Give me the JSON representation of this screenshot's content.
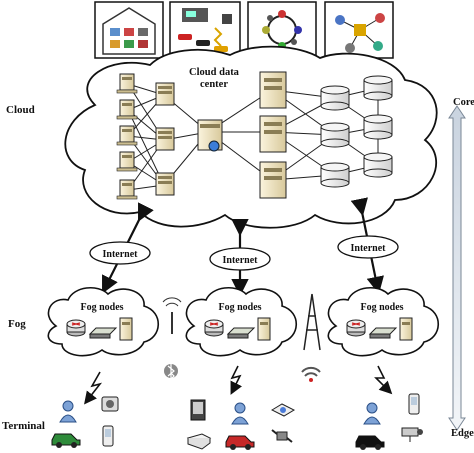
{
  "layers": {
    "cloud": "Cloud",
    "fog": "Fog",
    "terminal": "Terminal"
  },
  "cloud_data_center": {
    "line1": "Cloud data",
    "line2": "center"
  },
  "internet_labels": [
    "Internet",
    "Internet",
    "Internet"
  ],
  "fog_clusters": [
    "Fog nodes",
    "Fog nodes",
    "Fog nodes"
  ],
  "axis": {
    "top": "Core",
    "bottom": "Edge"
  },
  "colors": {
    "line": "#222222",
    "server_body": "#f1e6c6",
    "server_dark": "#8a7d55",
    "disk": "#e7e7e7",
    "axis_fill": "#dfe6ee"
  },
  "icons": {
    "top_panels": [
      "smart-home-icon",
      "vehicle-sensor-icon",
      "social-network-icon",
      "industry-network-icon"
    ],
    "wireless": [
      "antenna-icon",
      "bluetooth-icon",
      "cell-tower-icon",
      "wifi-icon"
    ],
    "terminals": [
      "user-icon",
      "car-icon",
      "camera-icon",
      "phone-icon",
      "printer-icon",
      "robot-icon"
    ]
  }
}
